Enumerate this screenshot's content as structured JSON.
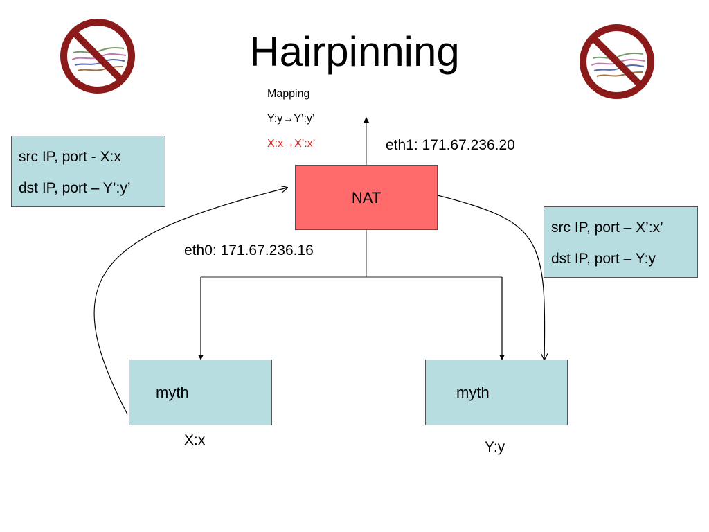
{
  "title": "Hairpinning",
  "mapping": {
    "heading": "Mapping",
    "entry1": "Y:y→Y’:y’",
    "entry2": "X:x→X’:x’",
    "entry2_color": "#e8201c"
  },
  "nat": {
    "label": "NAT",
    "eth1": "eth1: 171.67.236.20",
    "eth0": "eth0: 171.67.236.16",
    "fill": "#ff6b6b"
  },
  "packet_in": {
    "line1": "src IP, port - X:x",
    "line2": "dst IP, port – Y’:y’"
  },
  "packet_out": {
    "line1": "src IP, port – X’:x’",
    "line2": "dst IP, port – Y:y"
  },
  "hosts": [
    {
      "label": "myth",
      "address": "X:x"
    },
    {
      "label": "myth",
      "address": "Y:y"
    }
  ],
  "icons": {
    "left": "no-hairpins-icon",
    "right": "no-hairpins-icon"
  },
  "colors": {
    "box_fill": "#b7dde1",
    "prohibit_red": "#8b1a1a"
  }
}
